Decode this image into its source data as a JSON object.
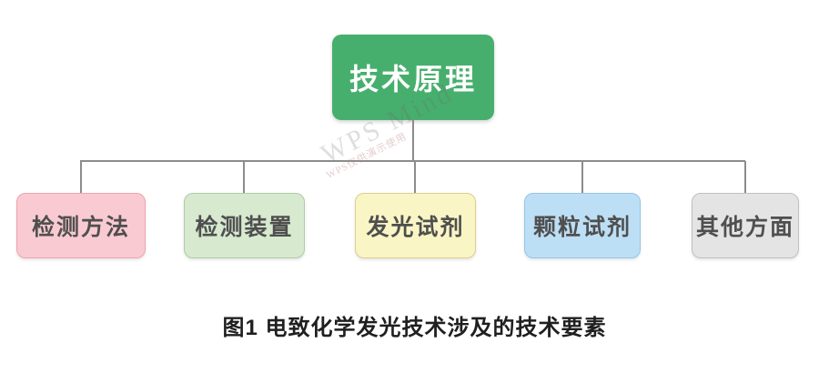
{
  "diagram": {
    "root": {
      "label": "技术原理"
    },
    "children": [
      {
        "label": "检测方法",
        "fill": "#F9CAD1",
        "border": "#EFA4AE"
      },
      {
        "label": "检测装置",
        "fill": "#D7E9CF",
        "border": "#AFCBA5"
      },
      {
        "label": "发光试剂",
        "fill": "#FAF5C5",
        "border": "#DCCF90"
      },
      {
        "label": "颗粒试剂",
        "fill": "#BDDFF5",
        "border": "#95C5E7"
      },
      {
        "label": "其他方面",
        "fill": "#E4E4E4",
        "border": "#C0C0C0"
      }
    ],
    "colors": {
      "root_fill": "#47AF6D",
      "root_text": "#FFFFFF",
      "child_text": "#4F4F4F",
      "connector": "#8C8C8C",
      "background": "#FFFFFF"
    }
  },
  "watermark": {
    "line1": "WPS Mind",
    "line2": "WPS仅供演示使用"
  },
  "caption": "图1 电致化学发光技术涉及的技术要素"
}
